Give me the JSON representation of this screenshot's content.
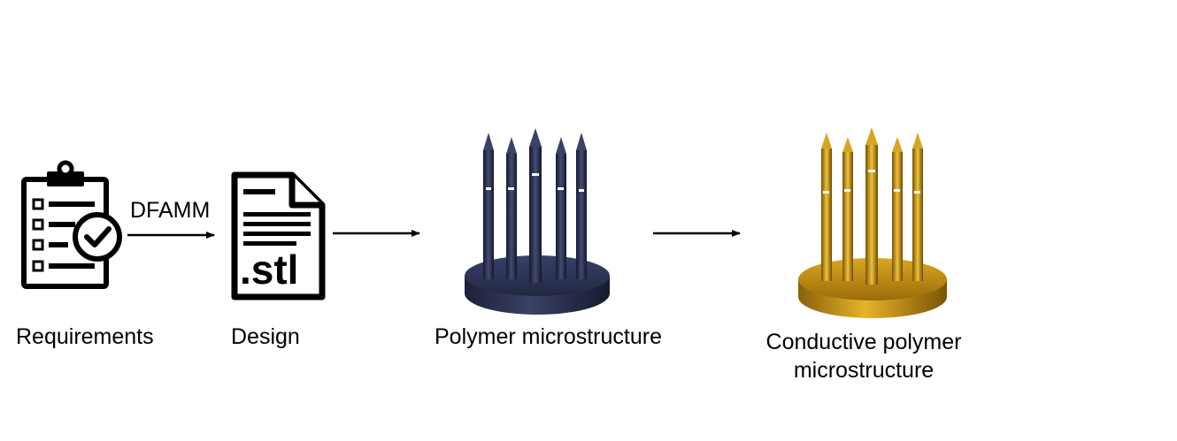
{
  "steps": [
    {
      "id": "requirements",
      "label": "Requirements",
      "icon": "clipboard-checklist-icon"
    },
    {
      "id": "design",
      "label": "Design",
      "icon": "stl-file-icon",
      "file_ext": ".stl"
    },
    {
      "id": "polymer",
      "label": "Polymer microstructure",
      "icon": "polymer-microneedle-array",
      "color": "#2a3050"
    },
    {
      "id": "conductive",
      "label_line1": "Conductive polymer",
      "label_line2": "microstructure",
      "icon": "gold-microneedle-array",
      "color": "#c9951a"
    }
  ],
  "arrows": [
    {
      "from": "requirements",
      "to": "design",
      "label": "DFAMM"
    },
    {
      "from": "design",
      "to": "polymer",
      "label": ""
    },
    {
      "from": "polymer",
      "to": "conductive",
      "label": ""
    }
  ],
  "colors": {
    "stroke": "#000000",
    "background": "#ffffff"
  }
}
